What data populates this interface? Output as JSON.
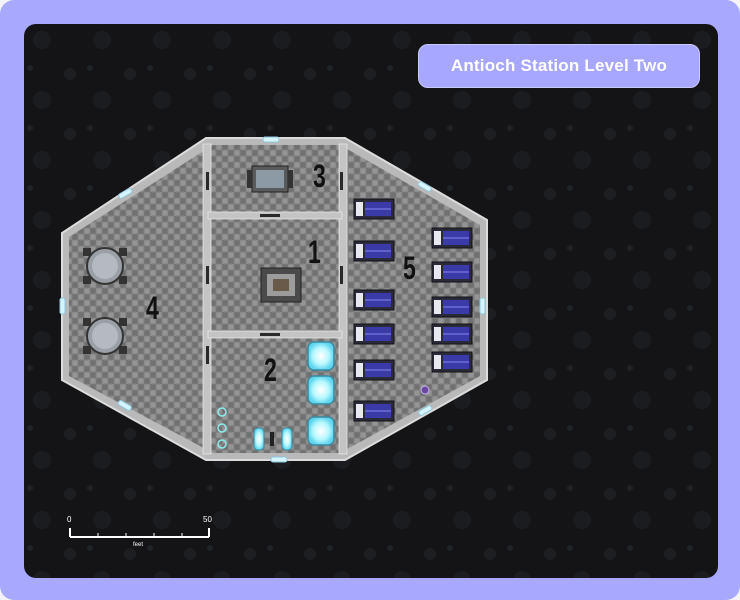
{
  "map": {
    "title": "Antioch Station Level Two",
    "rooms": [
      {
        "label": "1"
      },
      {
        "label": "2"
      },
      {
        "label": "3"
      },
      {
        "label": "4"
      },
      {
        "label": "5"
      }
    ],
    "scale_bar": {
      "start_label": "0",
      "end_label": "50",
      "unit_label": "feet"
    },
    "colors": {
      "outer_frame": "#a8a8ff",
      "space_background": "#131316",
      "floor_plate": "#8a8a8a",
      "wall": "#b0b0b0",
      "title_text": "#ffffff",
      "tank_glow": "#8ff0ff"
    }
  }
}
